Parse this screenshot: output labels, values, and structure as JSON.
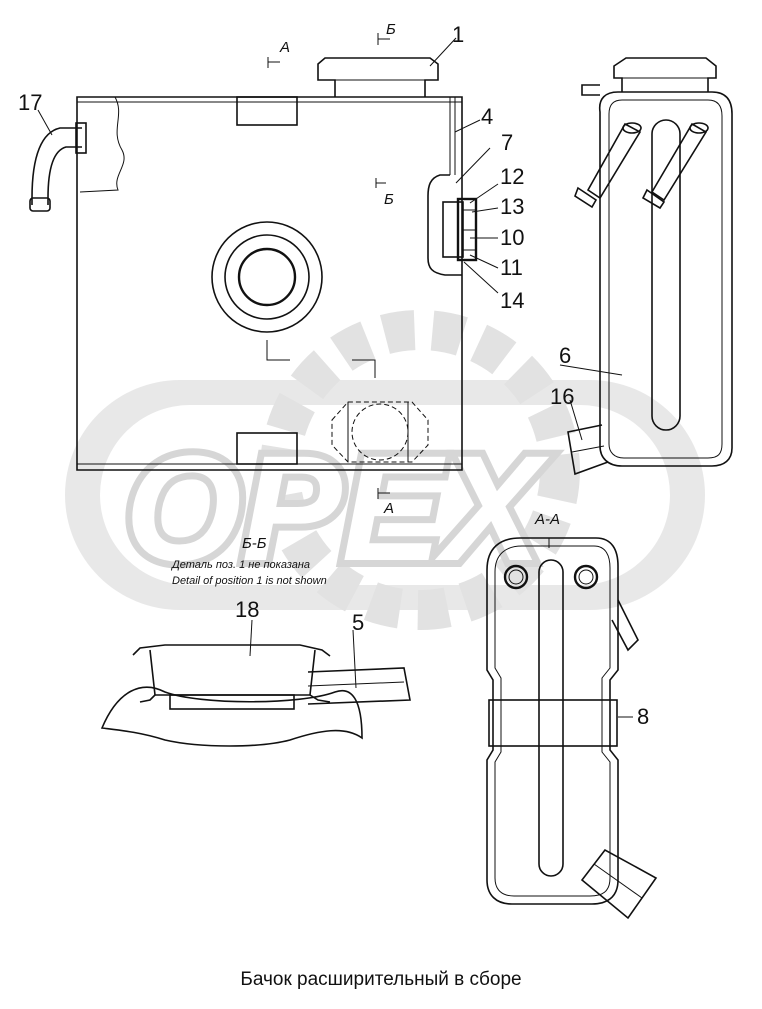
{
  "caption": "Бачок расширительный в сборе",
  "watermark": "OPEX",
  "callouts": {
    "c1": "1",
    "c4": "4",
    "c5": "5",
    "c6": "6",
    "c7": "7",
    "c8": "8",
    "c10": "10",
    "c11": "11",
    "c12": "12",
    "c13": "13",
    "c14": "14",
    "c16": "16",
    "c17": "17",
    "c18": "18"
  },
  "section_marks": {
    "a_top": "А",
    "b_top": "Б",
    "b_mid": "Б",
    "a_bottom": "А"
  },
  "section_titles": {
    "bb": "Б-Б",
    "aa": "А-А"
  },
  "notes": {
    "ru": "Деталь поз. 1 не показана",
    "en": "Detail of position 1 is not shown"
  },
  "colors": {
    "line": "#111111",
    "watermark": "#d6d6d6",
    "background": "#ffffff"
  }
}
